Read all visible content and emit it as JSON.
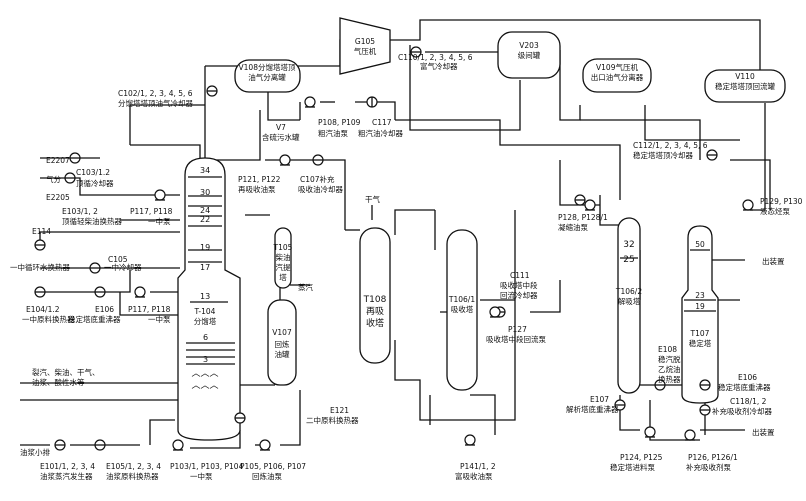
{
  "labels": {
    "g105": "G105",
    "g105_sub": "气压机",
    "c110": "C110/1, 2, 3, 4, 5, 6",
    "c110_sub": "富气冷却器",
    "v203": "V203",
    "v203_sub": "级间罐",
    "v109": "V109气压机",
    "v109_sub": "出口油气分离器",
    "v110": "V110",
    "v110_sub": "稳定塔塔顶回流罐",
    "v108": "V108分馏塔塔顶",
    "v108_sub": "油气分离罐",
    "c102": "C102/1, 2, 3, 4, 5, 6",
    "c102_sub": "分馏塔塔顶油气冷却器",
    "v7": "V7",
    "v7_sub": "含硫污水罐",
    "p108": "P108, P109",
    "p108_sub": "粗汽油泵",
    "c117": "C117",
    "c117_sub": "粗汽油冷却器",
    "c112": "C112/1, 2, 3, 4, 5, 6",
    "c112_sub": "稳定塔塔顶冷却器",
    "e2207": "E2207",
    "gas": "气分",
    "c103": "C103/1.2",
    "c103_sub": "顶循冷却器",
    "e2205": "E2205",
    "e103": "E103/1, 2",
    "e103_sub": "顶循轻柴油换热器",
    "p117a": "P117, P118",
    "p117a_sub": "一中泵",
    "p121": "P121, P122",
    "p121_sub": "再吸收油泵",
    "c107": "C107补充",
    "c107_sub": "吸收油冷却器",
    "dry_gas": "干气",
    "p128": "P128, P128/1",
    "p128_sub": "凝缩油泵",
    "p129": "P129, P130",
    "p129_sub": "液态烃泵",
    "out1": "出装置",
    "e114": "E114",
    "e114_sub": "一中循环水换热器",
    "c105": "C105",
    "c105_sub": "一中冷却器",
    "t105": "T105",
    "t105_sub": "柴油汽提塔",
    "steam": "蒸汽",
    "t108": "T108",
    "t108_sub": "再吸收塔",
    "t106_1": "T106/1",
    "t106_1_sub": "吸收塔",
    "c111": "C111",
    "c111_sub1": "吸收塔中段",
    "c111_sub2": "回流冷却器",
    "t106_2": "T106/2",
    "t106_2_sub": "解吸塔",
    "t107": "T107",
    "t107_sub": "稳定塔",
    "e104": "E104/1.2",
    "e104_sub": "一中原料换热器",
    "e106a": "E106",
    "e106a_sub": "稳定塔底重沸器",
    "p117b": "P117, P118",
    "p117b_sub": "一中泵",
    "t104": "T-104",
    "t104_sub": "分馏塔",
    "v107": "V107",
    "v107_sub": "回炼油罐",
    "p127": "P127",
    "p127_sub": "吸收塔中段回流泵",
    "feeds1": "裂汽、柴油、干气、",
    "feeds2": "油浆、酸性水等",
    "e108": "E108",
    "e108_sub1": "稳汽脱",
    "e108_sub2": "乙烷油",
    "e108_sub3": "换热器",
    "e106b": "E106",
    "e106b_sub": "稳定塔底重沸器",
    "e107": "E107",
    "e107_sub": "解析塔底重沸器",
    "c118": "C118/1, 2",
    "c118_sub": "补充吸收剂冷却器",
    "e121": "E121",
    "e121_sub": "二中原料换热器",
    "out2": "出装置",
    "slurry": "油浆小排",
    "e101": "E101/1, 2, 3, 4",
    "e101_sub": "油浆蒸汽发生器",
    "e105": "E105/1, 2, 3, 4",
    "e105_sub": "油浆原料换热器",
    "p103": "P103/1, P103, P104",
    "p103_sub": "一中泵",
    "p105": "P105, P106, P107",
    "p105_sub": "回炼油泵",
    "p141": "P141/1, 2",
    "p141_sub": "富吸收油泵",
    "p124": "P124, P125",
    "p124_sub": "稳定塔进料泵",
    "p126": "P126, P126/1",
    "p126_sub": "补充吸收剂泵"
  },
  "trays": {
    "t104": [
      "34",
      "30",
      "24",
      "22",
      "19",
      "17",
      "13",
      "6",
      "3"
    ],
    "t106_2": [
      "32",
      "25"
    ],
    "t107": [
      "50",
      "23",
      "19"
    ]
  }
}
